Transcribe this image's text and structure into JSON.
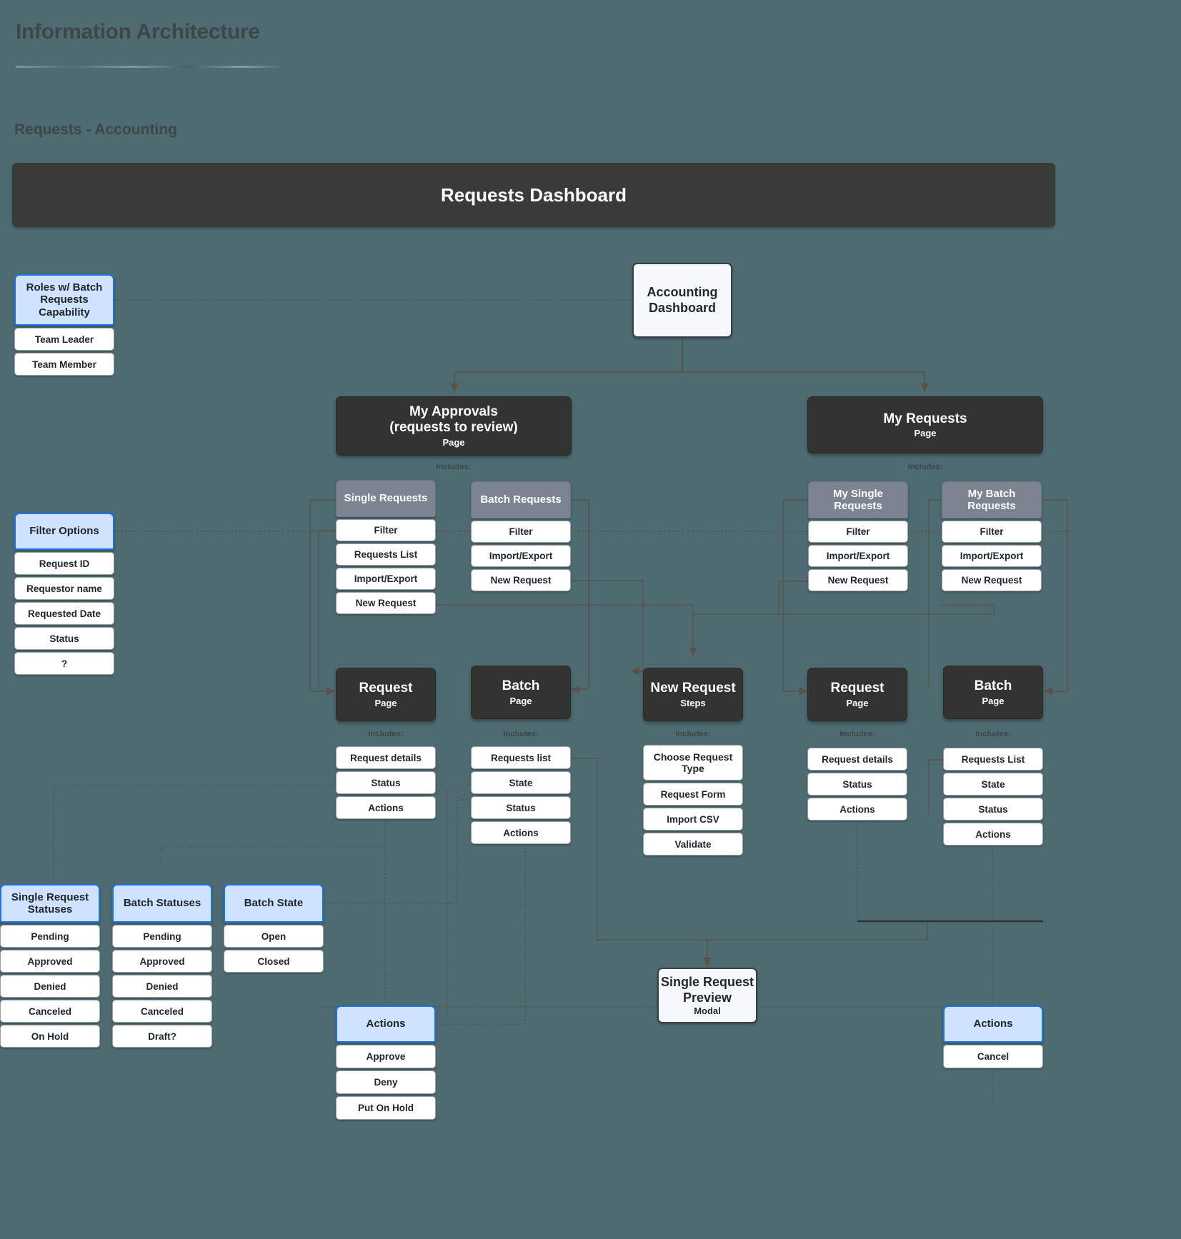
{
  "header": {
    "title": "Information Architecture",
    "section": "Requests - Accounting",
    "banner": "Requests Dashboard"
  },
  "labels": {
    "includes": "Includes:"
  },
  "colors": {
    "background": "#4d6b71",
    "dark_node": "#333331",
    "blue_header": "#cfe2ff",
    "blue_border": "#1b74e4",
    "gray_header": "#7c8491",
    "white_item": "#ffffff"
  },
  "nodes": {
    "accounting_dashboard": {
      "title": "Accounting Dashboard"
    },
    "my_approvals": {
      "title": "My Approvals",
      "subtitle2": "(requests to review)",
      "type": "Page"
    },
    "my_requests": {
      "title": "My Requests",
      "type": "Page"
    },
    "request_page_left": {
      "title": "Request",
      "type": "Page"
    },
    "batch_page_left": {
      "title": "Batch",
      "type": "Page"
    },
    "new_request": {
      "title": "New Request",
      "type": "Steps"
    },
    "request_page_right": {
      "title": "Request",
      "type": "Page"
    },
    "batch_page_right": {
      "title": "Batch",
      "type": "Page"
    },
    "single_request_preview": {
      "title": "Single Request",
      "title2": "Preview",
      "type": "Modal"
    }
  },
  "groups": {
    "roles": {
      "header": "Roles w/ Batch Requests Capability",
      "items": [
        "Team Leader",
        "Team Member"
      ]
    },
    "filter_options": {
      "header": "Filter Options",
      "items": [
        "Request ID",
        "Requestor name",
        "Requested Date",
        "Status",
        "?"
      ]
    },
    "single_requests": {
      "header": "Single Requests",
      "items": [
        "Filter",
        "Requests List",
        "Import/Export",
        "New Request"
      ]
    },
    "batch_requests": {
      "header": "Batch Requests",
      "items": [
        "Filter",
        "Import/Export",
        "New Request"
      ]
    },
    "my_single_requests": {
      "header": "My Single Requests",
      "items": [
        "Filter",
        "Import/Export",
        "New Request"
      ]
    },
    "my_batch_requests": {
      "header": "My Batch Requests",
      "items": [
        "Filter",
        "Import/Export",
        "New Request"
      ]
    },
    "request_includes_left": {
      "items": [
        "Request details",
        "Status",
        "Actions"
      ]
    },
    "batch_includes_left": {
      "items": [
        "Requests list",
        "State",
        "Status",
        "Actions"
      ]
    },
    "new_request_includes": {
      "items": [
        "Choose Request Type",
        "Request Form",
        "Import CSV",
        "Validate"
      ]
    },
    "request_includes_right": {
      "items": [
        "Request details",
        "Status",
        "Actions"
      ]
    },
    "batch_includes_right": {
      "items": [
        "Requests List",
        "State",
        "Status",
        "Actions"
      ]
    },
    "single_request_statuses": {
      "header": "Single Request Statuses",
      "items": [
        "Pending",
        "Approved",
        "Denied",
        "Canceled",
        "On Hold"
      ]
    },
    "batch_statuses": {
      "header": "Batch Statuses",
      "items": [
        "Pending",
        "Approved",
        "Denied",
        "Canceled",
        "Draft?"
      ]
    },
    "batch_state": {
      "header": "Batch State",
      "items": [
        "Open",
        "Closed"
      ]
    },
    "actions_left": {
      "header": "Actions",
      "items": [
        "Approve",
        "Deny",
        "Put On Hold"
      ]
    },
    "actions_right": {
      "header": "Actions",
      "items": [
        "Cancel"
      ]
    }
  }
}
